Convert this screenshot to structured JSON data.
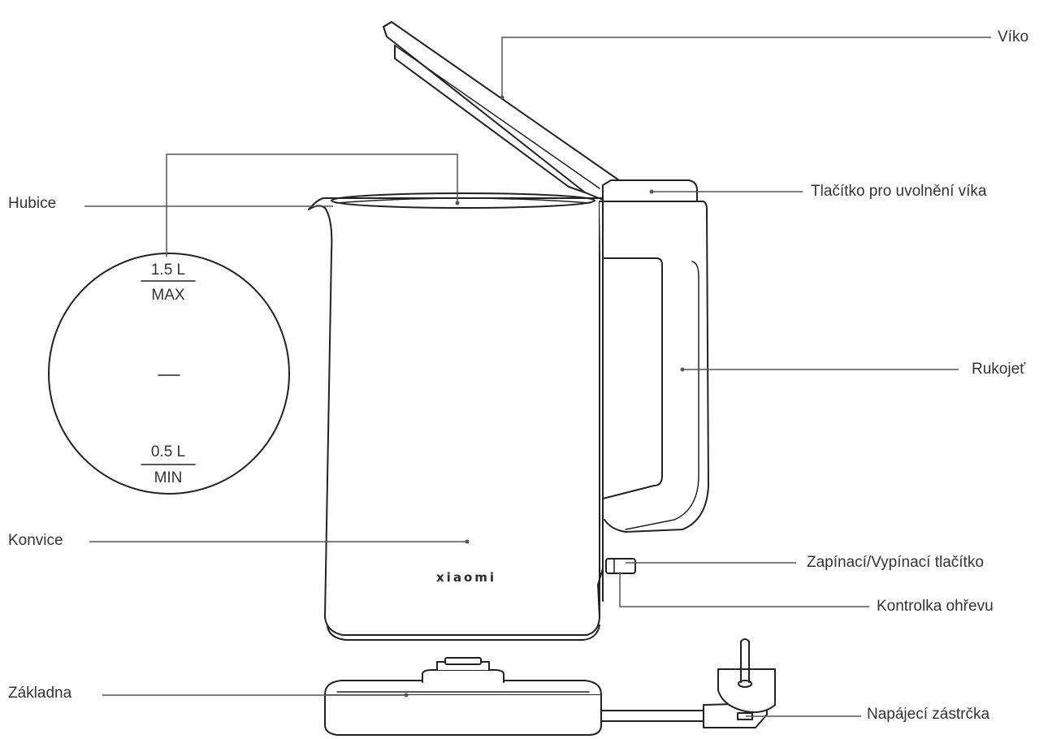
{
  "labels": {
    "lid": "Víko",
    "lid_release": "Tlačítko pro uvolnění víka",
    "spout": "Hubice",
    "handle": "Rukojeť",
    "kettle": "Konvice",
    "power_button": "Zapínací/Vypínací tlačítko",
    "heating_light": "Kontrolka ohřevu",
    "base": "Základna",
    "plug": "Napájecí zástrčka"
  },
  "water_gauge": {
    "max_value": "1.5 L",
    "max_label": "MAX",
    "min_value": "0.5 L",
    "min_label": "MIN"
  },
  "brand": "xiaomi",
  "colors": {
    "line": "#555555",
    "outline": "#222222",
    "text": "#333333"
  }
}
